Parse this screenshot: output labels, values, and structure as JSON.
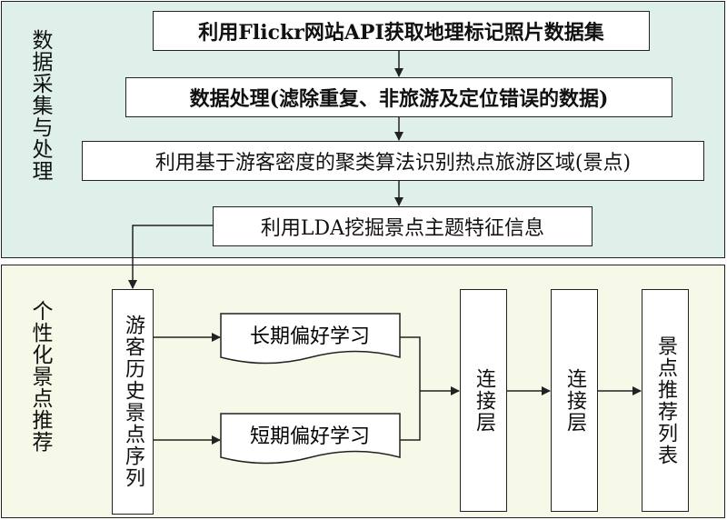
{
  "stage1": {
    "label": "数据采集与处理",
    "steps": [
      "利用Flickr网站API获取地理标记照片数据集",
      "数据处理(滤除重复、非旅游及定位错误的数据)",
      "利用基于游客密度的聚类算法识别热点旅游区域(景点)",
      "利用LDA挖掘景点主题特征信息"
    ]
  },
  "stage2": {
    "label": "个性化景点推荐",
    "sequence": "游客历史景点序列",
    "long_term": "长期偏好学习",
    "short_term": "短期偏好学习",
    "concat1": "连接层",
    "concat2": "连接层",
    "output": "景点推荐列表"
  },
  "colors": {
    "top_bg": "#dff0ea",
    "bottom_bg": "#f6f8e8",
    "border": "#222222"
  }
}
